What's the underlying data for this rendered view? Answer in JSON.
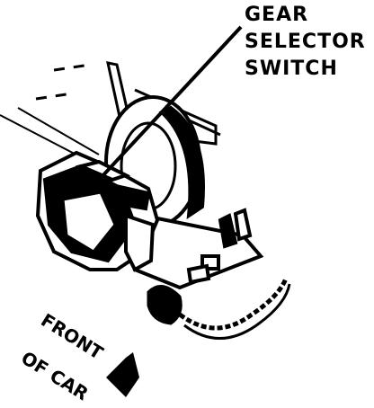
{
  "callout": {
    "line1": "GEAR",
    "line2": "SELECTOR",
    "line3": "SWITCH"
  },
  "direction": {
    "line1": "FRONT",
    "line2": "OF CAR"
  },
  "colors": {
    "ink": "#000000",
    "paper": "#ffffff"
  }
}
